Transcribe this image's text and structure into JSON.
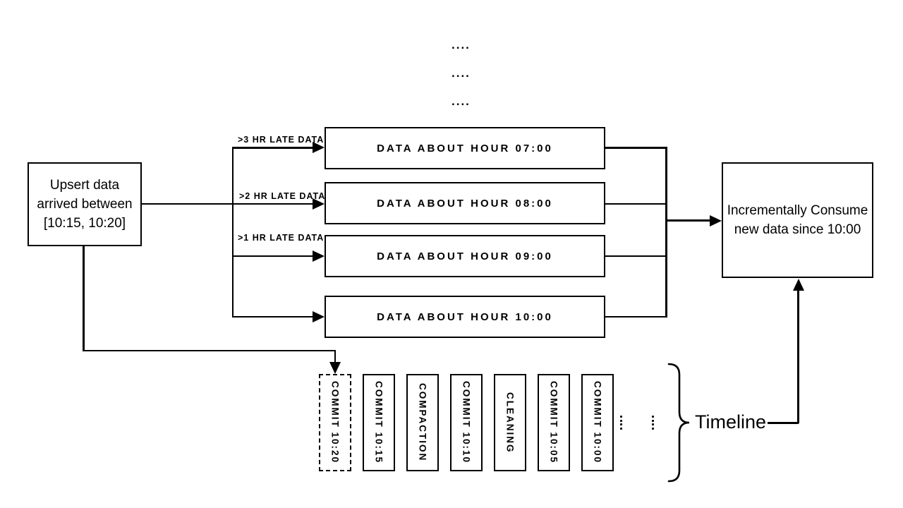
{
  "diagram": {
    "top_ellipsis": [
      "....",
      "....",
      "...."
    ],
    "upsert_box": {
      "line1": "Upsert data",
      "line2": "arrived between",
      "line3": "[10:15, 10:20]"
    },
    "late_data_labels": {
      "l3": ">3 HR LATE DATA",
      "l2": ">2 HR LATE DATA",
      "l1": ">1 HR LATE DATA"
    },
    "hour_boxes": {
      "h07": "DATA ABOUT HOUR 07:00",
      "h08": "DATA ABOUT HOUR 08:00",
      "h09": "DATA ABOUT HOUR 09:00",
      "h10": "DATA ABOUT HOUR 10:00"
    },
    "consume_box": {
      "line1": "Incrementally Consume",
      "line2": "new data since 10:00"
    },
    "timeline": {
      "label": "Timeline",
      "instants": [
        {
          "label": "COMMIT 10:20",
          "style": "dashed"
        },
        {
          "label": "COMMIT 10:15",
          "style": "solid"
        },
        {
          "label": "COMPACTION",
          "style": "solid"
        },
        {
          "label": "COMMIT 10:10",
          "style": "solid"
        },
        {
          "label": "CLEANING",
          "style": "solid"
        },
        {
          "label": "COMMIT 10:05",
          "style": "solid"
        },
        {
          "label": "COMMIT 10:00",
          "style": "solid"
        }
      ]
    },
    "colors": {
      "stroke": "#000000",
      "background": "#ffffff"
    }
  }
}
